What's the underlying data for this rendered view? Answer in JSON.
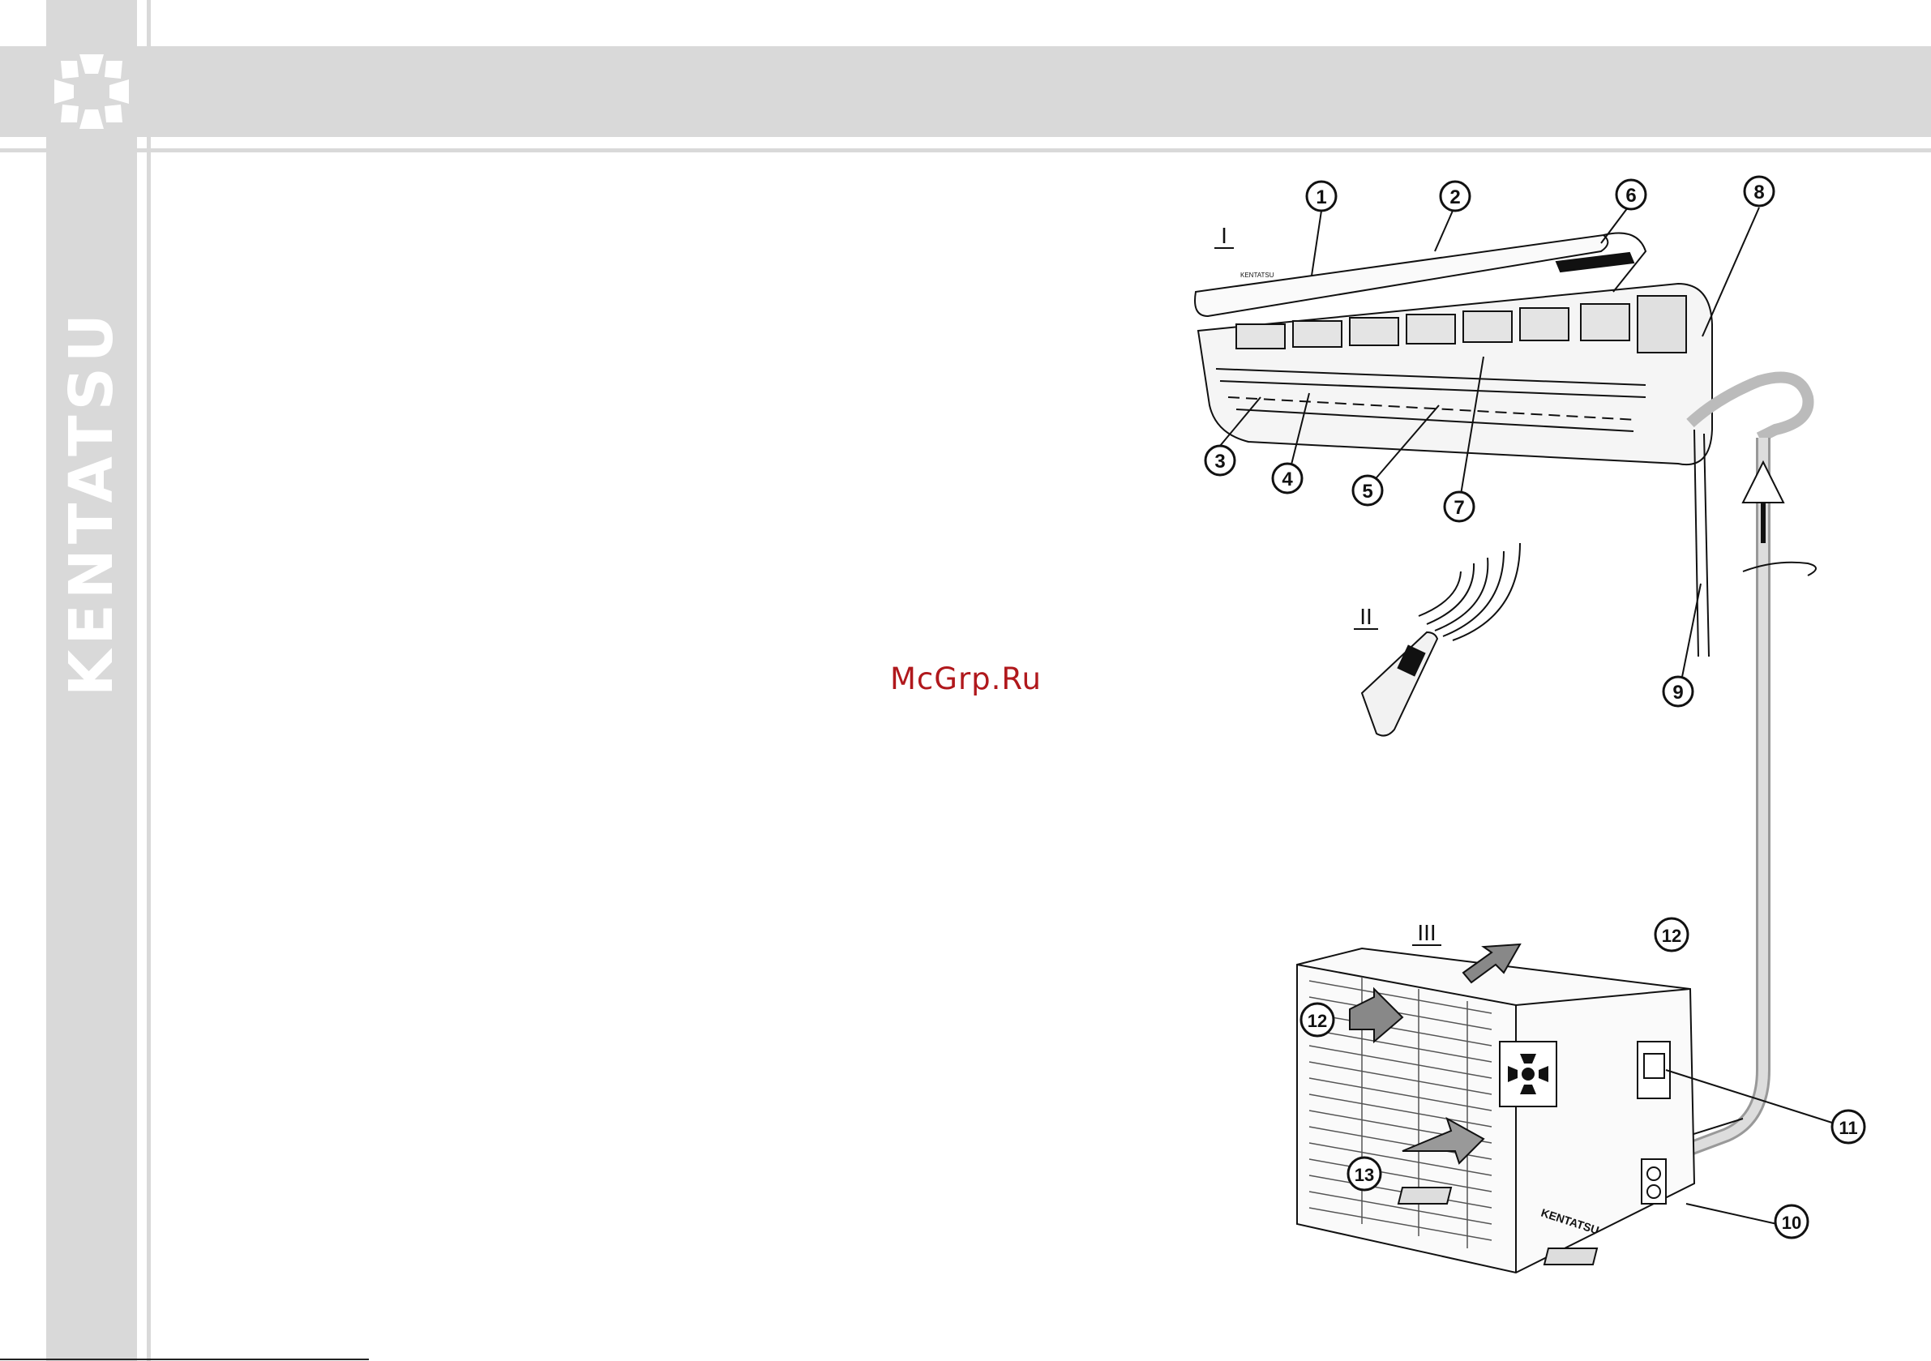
{
  "header": {
    "brand_vertical": "KENTATSU",
    "watermark": "McGrp.Ru"
  },
  "figure": {
    "section_labels": {
      "indoor": "I",
      "remote": "II",
      "outdoor": "III"
    },
    "callouts": [
      "1",
      "2",
      "3",
      "4",
      "5",
      "6",
      "7",
      "8",
      "9",
      "10",
      "11",
      "12",
      "12",
      "13"
    ],
    "outdoor_brand": "KENTATSU"
  },
  "colors": {
    "band": "#d9d9d9",
    "watermark": "#b0181c",
    "ink": "#111111"
  }
}
